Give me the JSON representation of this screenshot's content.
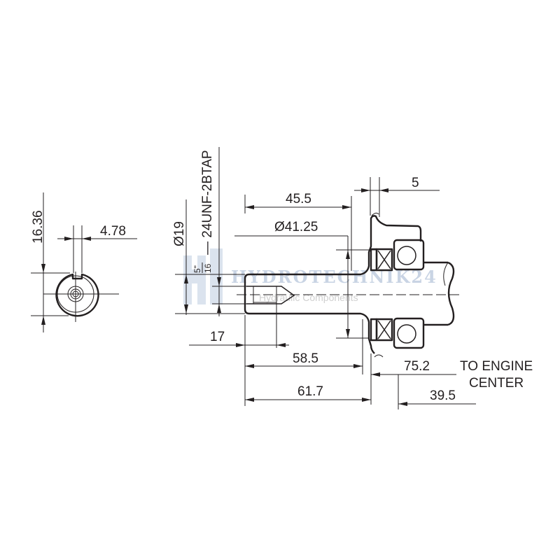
{
  "drawing": {
    "end_view": {
      "dim_height": "16.36",
      "dim_keyway": "4.78"
    },
    "side_view": {
      "dim_shaft_diameter": "Ø19",
      "thread_fraction_num": "5\"",
      "thread_fraction_den": "16",
      "thread_spec": "— 24UNF-2BTAP",
      "dim_flange_diameter": "Ø41.25",
      "dim_45_5": "45.5",
      "dim_5": "5",
      "dim_17": "17",
      "dim_58_5": "58.5",
      "dim_61_7": "61.7",
      "dim_75_2": "75.2",
      "dim_39_5": "39.5",
      "note_line1": "TO ENGINE",
      "note_line2": "CENTER"
    },
    "watermark": {
      "brand": "HYDROTECHNIK24",
      "tagline": "Hydraulic Components"
    }
  }
}
